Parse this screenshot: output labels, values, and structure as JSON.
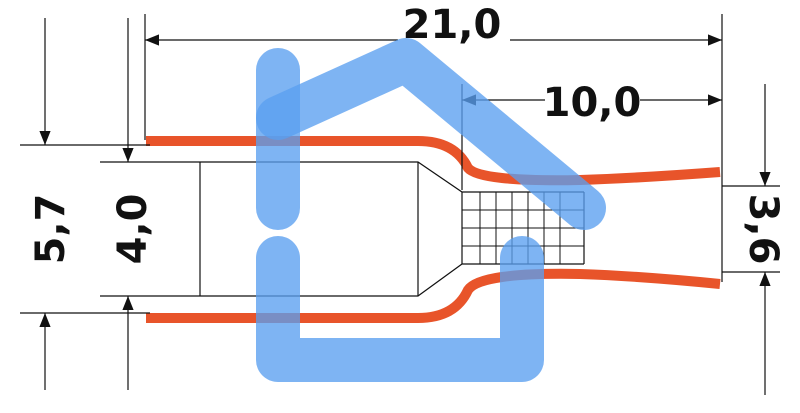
{
  "dimensions": {
    "overall_length": "21,0",
    "barrel_length": "10,0",
    "outer_height": "5,7",
    "inner_height": "4,0",
    "wire_height": "3,6"
  },
  "colors": {
    "insulation": "#e8542a",
    "line": "#111111",
    "watermark": "#5a9ff0"
  },
  "watermark_icon": "house-logo-icon"
}
